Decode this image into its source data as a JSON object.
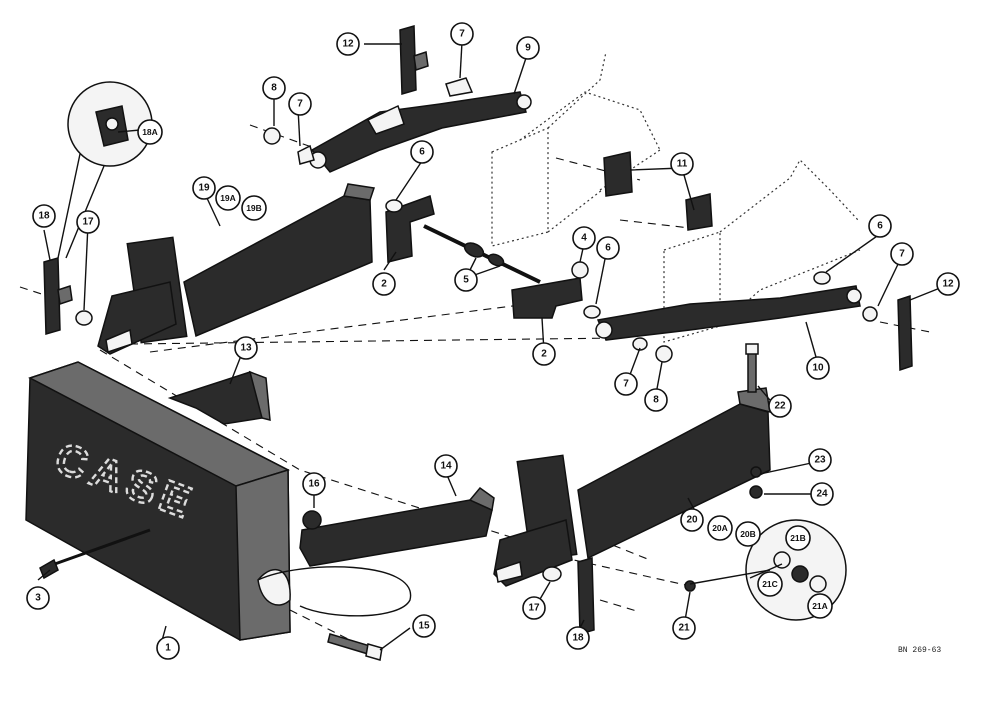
{
  "drawing_ref": "BN 269-63",
  "weight_branding": "CASE",
  "callouts": [
    "1",
    "2",
    "3",
    "4",
    "5",
    "6",
    "7",
    "8",
    "9",
    "10",
    "11",
    "12",
    "13",
    "14",
    "15",
    "16",
    "17",
    "18",
    "18A",
    "19",
    "19A",
    "19B",
    "20",
    "20A",
    "20B",
    "21",
    "21A",
    "21B",
    "21C",
    "22",
    "23",
    "24"
  ]
}
